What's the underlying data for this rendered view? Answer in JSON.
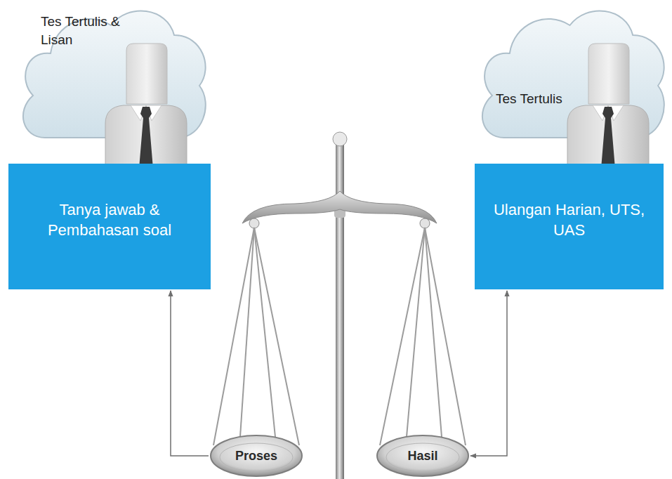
{
  "diagram": {
    "nodes": [
      {
        "text": [
          "Tes Tertulis & Lisan"
        ]
      },
      {
        "text": [
          "Tanya jawab & Pembahasan soal"
        ]
      },
      {
        "text": [
          "Tes Tertulis"
        ]
      },
      {
        "text": [
          "Ulangan Harian, UTS, UAS"
        ]
      },
      {
        "text": [
          "Proses"
        ]
      },
      {
        "text": [
          "Hasil"
        ]
      }
    ],
    "edges": [
      {
        "from": 4,
        "to": 1,
        "arrow": "to"
      },
      {
        "from": 5,
        "to": 3,
        "arrow": "both"
      }
    ]
  }
}
